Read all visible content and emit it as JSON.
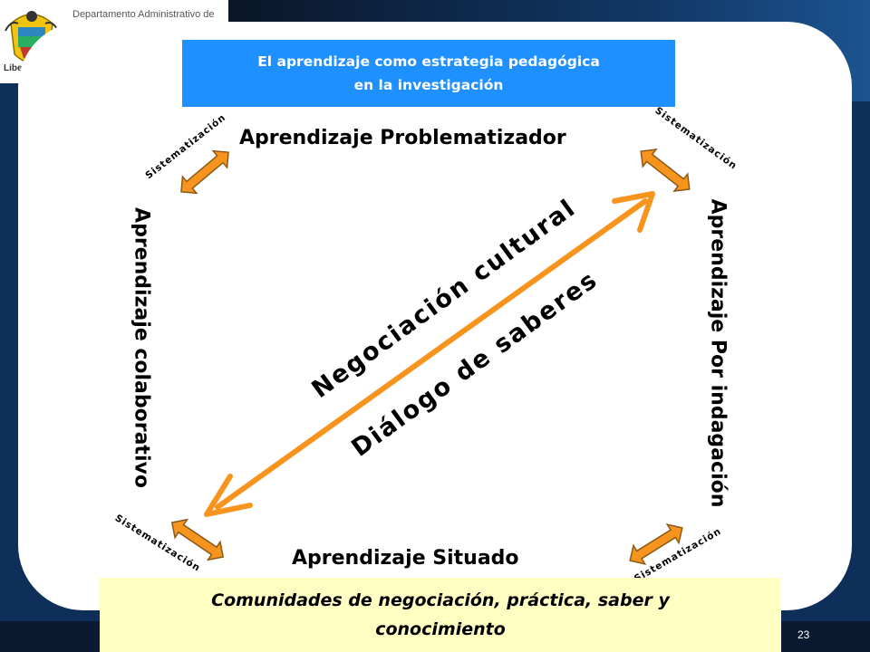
{
  "header": {
    "org_line1": "Departamento Administrativo de",
    "motto": "Libertad y"
  },
  "title_box": {
    "line1": "El aprendizaje como estrategia pedagógica",
    "line2": "en la investigación"
  },
  "labels": {
    "top": "Aprendizaje Problematizador",
    "bottom": "Aprendizaje Situado",
    "left": "Aprendizaje colaborativo",
    "right": "Aprendizaje Por indagación"
  },
  "diagonal": {
    "upper": "Negociación cultural",
    "lower": "Diálogo de saberes"
  },
  "sistematizacion": "Sistematización",
  "bottom_box": {
    "line1": "Comunidades de negociación, práctica, saber y",
    "line2": "conocimiento"
  },
  "page_number": "23",
  "colors": {
    "arrow": "#f7941d",
    "title_box": "#1e90ff",
    "bottom_box": "#ffffc4",
    "background": "#0d2f5a"
  }
}
